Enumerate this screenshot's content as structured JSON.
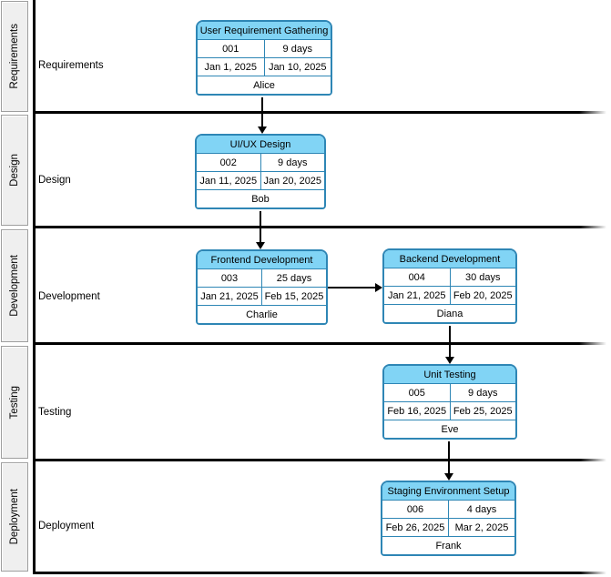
{
  "colors": {
    "canvas_bg": "#FFFFFF",
    "text": "#000000",
    "task_header_fill": "#81D4F5",
    "task_border": "#2E86B5",
    "lane_tab_fill": "#EFEFEF",
    "lane_tab_border": "#9E9E9E",
    "divider": "#000000",
    "connector": "#000000"
  },
  "lanes": [
    {
      "label": "Requirements",
      "tasks": [
        {
          "title": "User Requirement Gathering",
          "id": "001",
          "duration": "9 days",
          "start": "Jan 1, 2025",
          "end": "Jan 10, 2025",
          "assignee": "Alice"
        }
      ]
    },
    {
      "label": "Design",
      "tasks": [
        {
          "title": "UI/UX Design",
          "id": "002",
          "duration": "9 days",
          "start": "Jan 11, 2025",
          "end": "Jan 20, 2025",
          "assignee": "Bob"
        }
      ]
    },
    {
      "label": "Development",
      "tasks": [
        {
          "title": "Frontend Development",
          "id": "003",
          "duration": "25 days",
          "start": "Jan 21, 2025",
          "end": "Feb 15, 2025",
          "assignee": "Charlie"
        },
        {
          "title": "Backend Development",
          "id": "004",
          "duration": "30 days",
          "start": "Jan 21, 2025",
          "end": "Feb 20, 2025",
          "assignee": "Diana"
        }
      ]
    },
    {
      "label": "Testing",
      "tasks": [
        {
          "title": "Unit Testing",
          "id": "005",
          "duration": "9 days",
          "start": "Feb 16, 2025",
          "end": "Feb 25, 2025",
          "assignee": "Eve"
        }
      ]
    },
    {
      "label": "Deployment",
      "tasks": [
        {
          "title": "Staging Environment Setup",
          "id": "006",
          "duration": "4 days",
          "start": "Feb 26, 2025",
          "end": "Mar 2, 2025",
          "assignee": "Frank"
        }
      ]
    }
  ],
  "connectors": [
    {
      "from": "User Requirement Gathering",
      "to": "UI/UX Design"
    },
    {
      "from": "UI/UX Design",
      "to": "Frontend Development"
    },
    {
      "from": "Frontend Development",
      "to": "Backend Development"
    },
    {
      "from": "Backend Development",
      "to": "Unit Testing"
    },
    {
      "from": "Unit Testing",
      "to": "Staging Environment Setup"
    }
  ]
}
